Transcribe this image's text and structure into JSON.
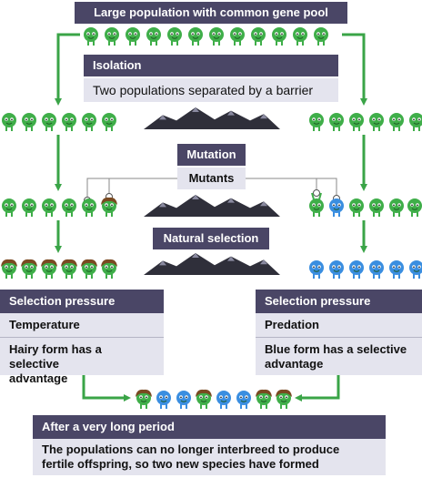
{
  "title": "Large population with common gene pool",
  "isolation": {
    "heading": "Isolation",
    "text": "Two populations separated by a barrier"
  },
  "mutation": {
    "heading": "Mutation",
    "mutants_label": "Mutants"
  },
  "natural_selection": {
    "heading": "Natural selection"
  },
  "left_panel": {
    "heading": "Selection pressure",
    "pressure": "Temperature",
    "advantage_line1": "Hairy form has a selective",
    "advantage_line2": "advantage"
  },
  "right_panel": {
    "heading": "Selection pressure",
    "pressure": "Predation",
    "advantage_line1": "Blue form has a selective",
    "advantage_line2": "advantage"
  },
  "result": {
    "heading": "After a very long period",
    "line1": "The populations can no longer interbreed to produce",
    "line2": "fertile offspring, so two new species have formed"
  },
  "colors": {
    "panel_dark": "#4a4666",
    "panel_light": "#e4e4ee",
    "arrow_green": "#3aa447",
    "organism_green": "#3fae49",
    "organism_blue": "#3a8ee0",
    "hair_brown": "#7a4a22",
    "mountain": "#2f2f3a"
  }
}
